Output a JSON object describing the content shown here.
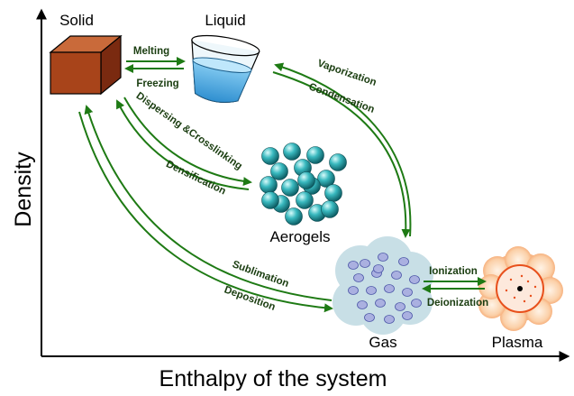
{
  "axes": {
    "x_title": "Enthalpy of the system",
    "y_title": "Density"
  },
  "states": {
    "solid": "Solid",
    "liquid": "Liquid",
    "aerogels": "Aerogels",
    "gas": "Gas",
    "plasma": "Plasma"
  },
  "processes": {
    "melting": "Melting",
    "freezing": "Freezing",
    "vaporization": "Vaporization",
    "condensation": "Condensation",
    "dispersing": "Dispersing &Crosslinking",
    "densification": "Densification",
    "sublimation": "Sublimation",
    "deposition": "Deposition",
    "ionization": "Ionization",
    "deionization": "Deionization"
  },
  "colors": {
    "arrow": "#1e7a14",
    "axis": "#000000",
    "solid_front": "#a8441a",
    "liquid_water": "#5ab4e4",
    "aerogel_sphere": "#2fb2b8",
    "gas_cloud": "#c8dfe6",
    "gas_particle": "#aab0e0",
    "plasma_outer": "#f9c8a0",
    "plasma_ring": "#e8501c"
  }
}
